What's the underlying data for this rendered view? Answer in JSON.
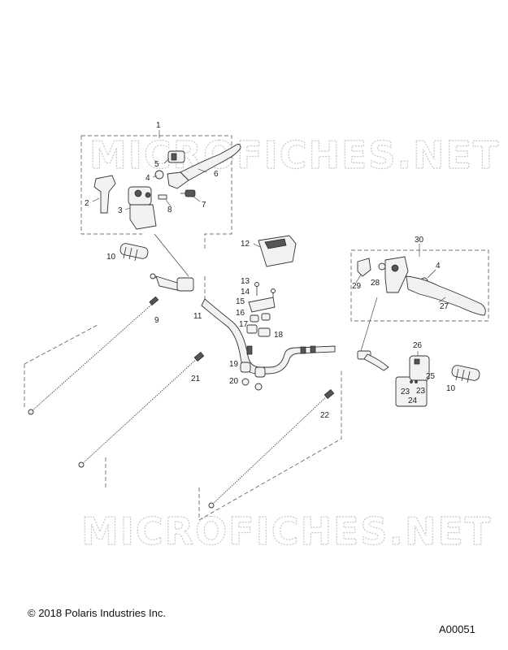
{
  "watermark": "MICROFICHES.NET",
  "footer": {
    "copyright": "© 2018 Polaris Industries Inc.",
    "figure_id": "A00051"
  },
  "callouts": {
    "c1": "1",
    "c2": "2",
    "c3": "3",
    "c4a": "4",
    "c4b": "4",
    "c5": "5",
    "c6": "6",
    "c7": "7",
    "c8": "8",
    "c9": "9",
    "c10a": "10",
    "c10b": "10",
    "c11": "11",
    "c12": "12",
    "c13": "13",
    "c14": "14",
    "c15": "15",
    "c16": "16",
    "c17": "17",
    "c18": "18",
    "c19": "19",
    "c20": "20",
    "c21": "21",
    "c22": "22",
    "c23a": "23",
    "c23b": "23",
    "c24": "24",
    "c25": "25",
    "c26": "26",
    "c27": "27",
    "c28": "28",
    "c29": "29",
    "c30": "30"
  }
}
